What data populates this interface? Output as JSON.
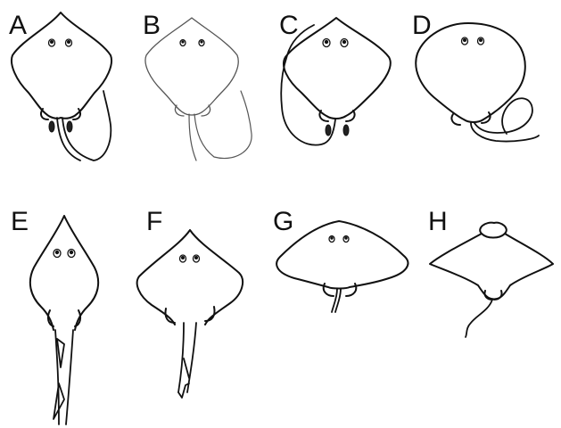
{
  "figure": {
    "panels": [
      {
        "label": "A",
        "icon": "ray-disc-rhombic"
      },
      {
        "label": "B",
        "icon": "ray-disc-rhombic-faint"
      },
      {
        "label": "C",
        "icon": "ray-disc-rhombic-long-tail"
      },
      {
        "label": "D",
        "icon": "ray-disc-rounded"
      },
      {
        "label": "E",
        "icon": "guitarfish-elongate"
      },
      {
        "label": "F",
        "icon": "ray-disc-angular-short-tail"
      },
      {
        "label": "G",
        "icon": "butterfly-ray-wide"
      },
      {
        "label": "H",
        "icon": "eagle-ray-winged"
      }
    ],
    "colors": {
      "ink": "#111111",
      "faint_ink": "#555555",
      "background": "#ffffff"
    }
  }
}
